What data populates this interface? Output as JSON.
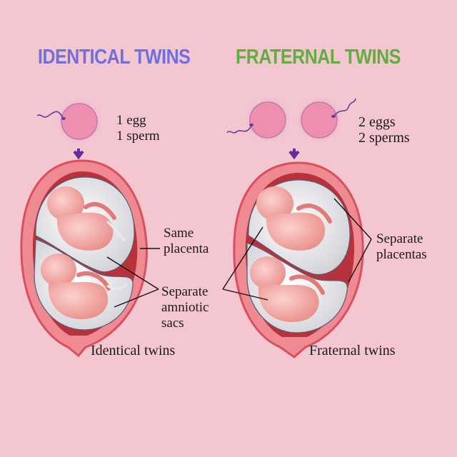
{
  "titles": {
    "identical": "IDENTICAL TWINS",
    "fraternal": "FRATERNAL TWINS"
  },
  "colors": {
    "background": "#f4c6cf",
    "identical_title": "#6f6fe0",
    "fraternal_title": "#5fae3e",
    "egg": "#ee8fb0",
    "uterus_wall": "#e86470",
    "placenta": "#a8232c",
    "arrow": "#6a2aa0"
  },
  "identical": {
    "egg_line1": "1 egg",
    "egg_line2": "1 sperm",
    "placenta_line1": "Same",
    "placenta_line2": "placenta",
    "sacs_line1": "Separate",
    "sacs_line2": "amniotic",
    "sacs_line3": "sacs",
    "caption": "Identical twins"
  },
  "fraternal": {
    "egg_line1": "2 eggs",
    "egg_line2": "2 sperms",
    "placenta_line1": "Separate",
    "placenta_line2": "placentas",
    "caption": "Fraternal twins"
  }
}
